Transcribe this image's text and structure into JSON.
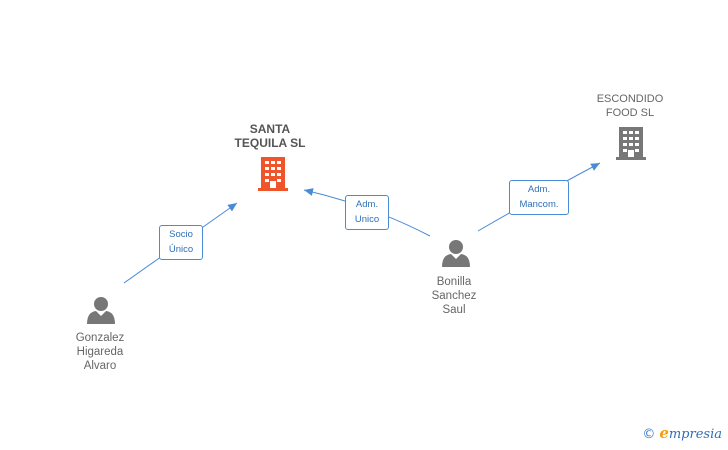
{
  "nodes": {
    "santa_tequila": {
      "name": "SANTA\nTEQUILA SL",
      "type": "company",
      "color": "#f0542a"
    },
    "escondido": {
      "name": "ESCONDIDO\nFOOD SL",
      "type": "company",
      "color": "#777777"
    },
    "gonzalez": {
      "name": "Gonzalez\nHigareda\nAlvaro",
      "type": "person",
      "color": "#777777"
    },
    "bonilla": {
      "name": "Bonilla\nSanchez\nSaul",
      "type": "person",
      "color": "#777777"
    }
  },
  "relations": [
    {
      "from": "gonzalez",
      "to": "santa_tequila",
      "label": "Socio\nÚnico"
    },
    {
      "from": "bonilla",
      "to": "santa_tequila",
      "label": "Adm.\nUnico"
    },
    {
      "from": "bonilla",
      "to": "escondido",
      "label": "Adm.\nMancom."
    }
  ],
  "branding": {
    "copyright": "©",
    "initial": "e",
    "rest": "mpresia"
  },
  "colors": {
    "edge": "#4a8bd6",
    "label_text": "#2f6fb8"
  }
}
